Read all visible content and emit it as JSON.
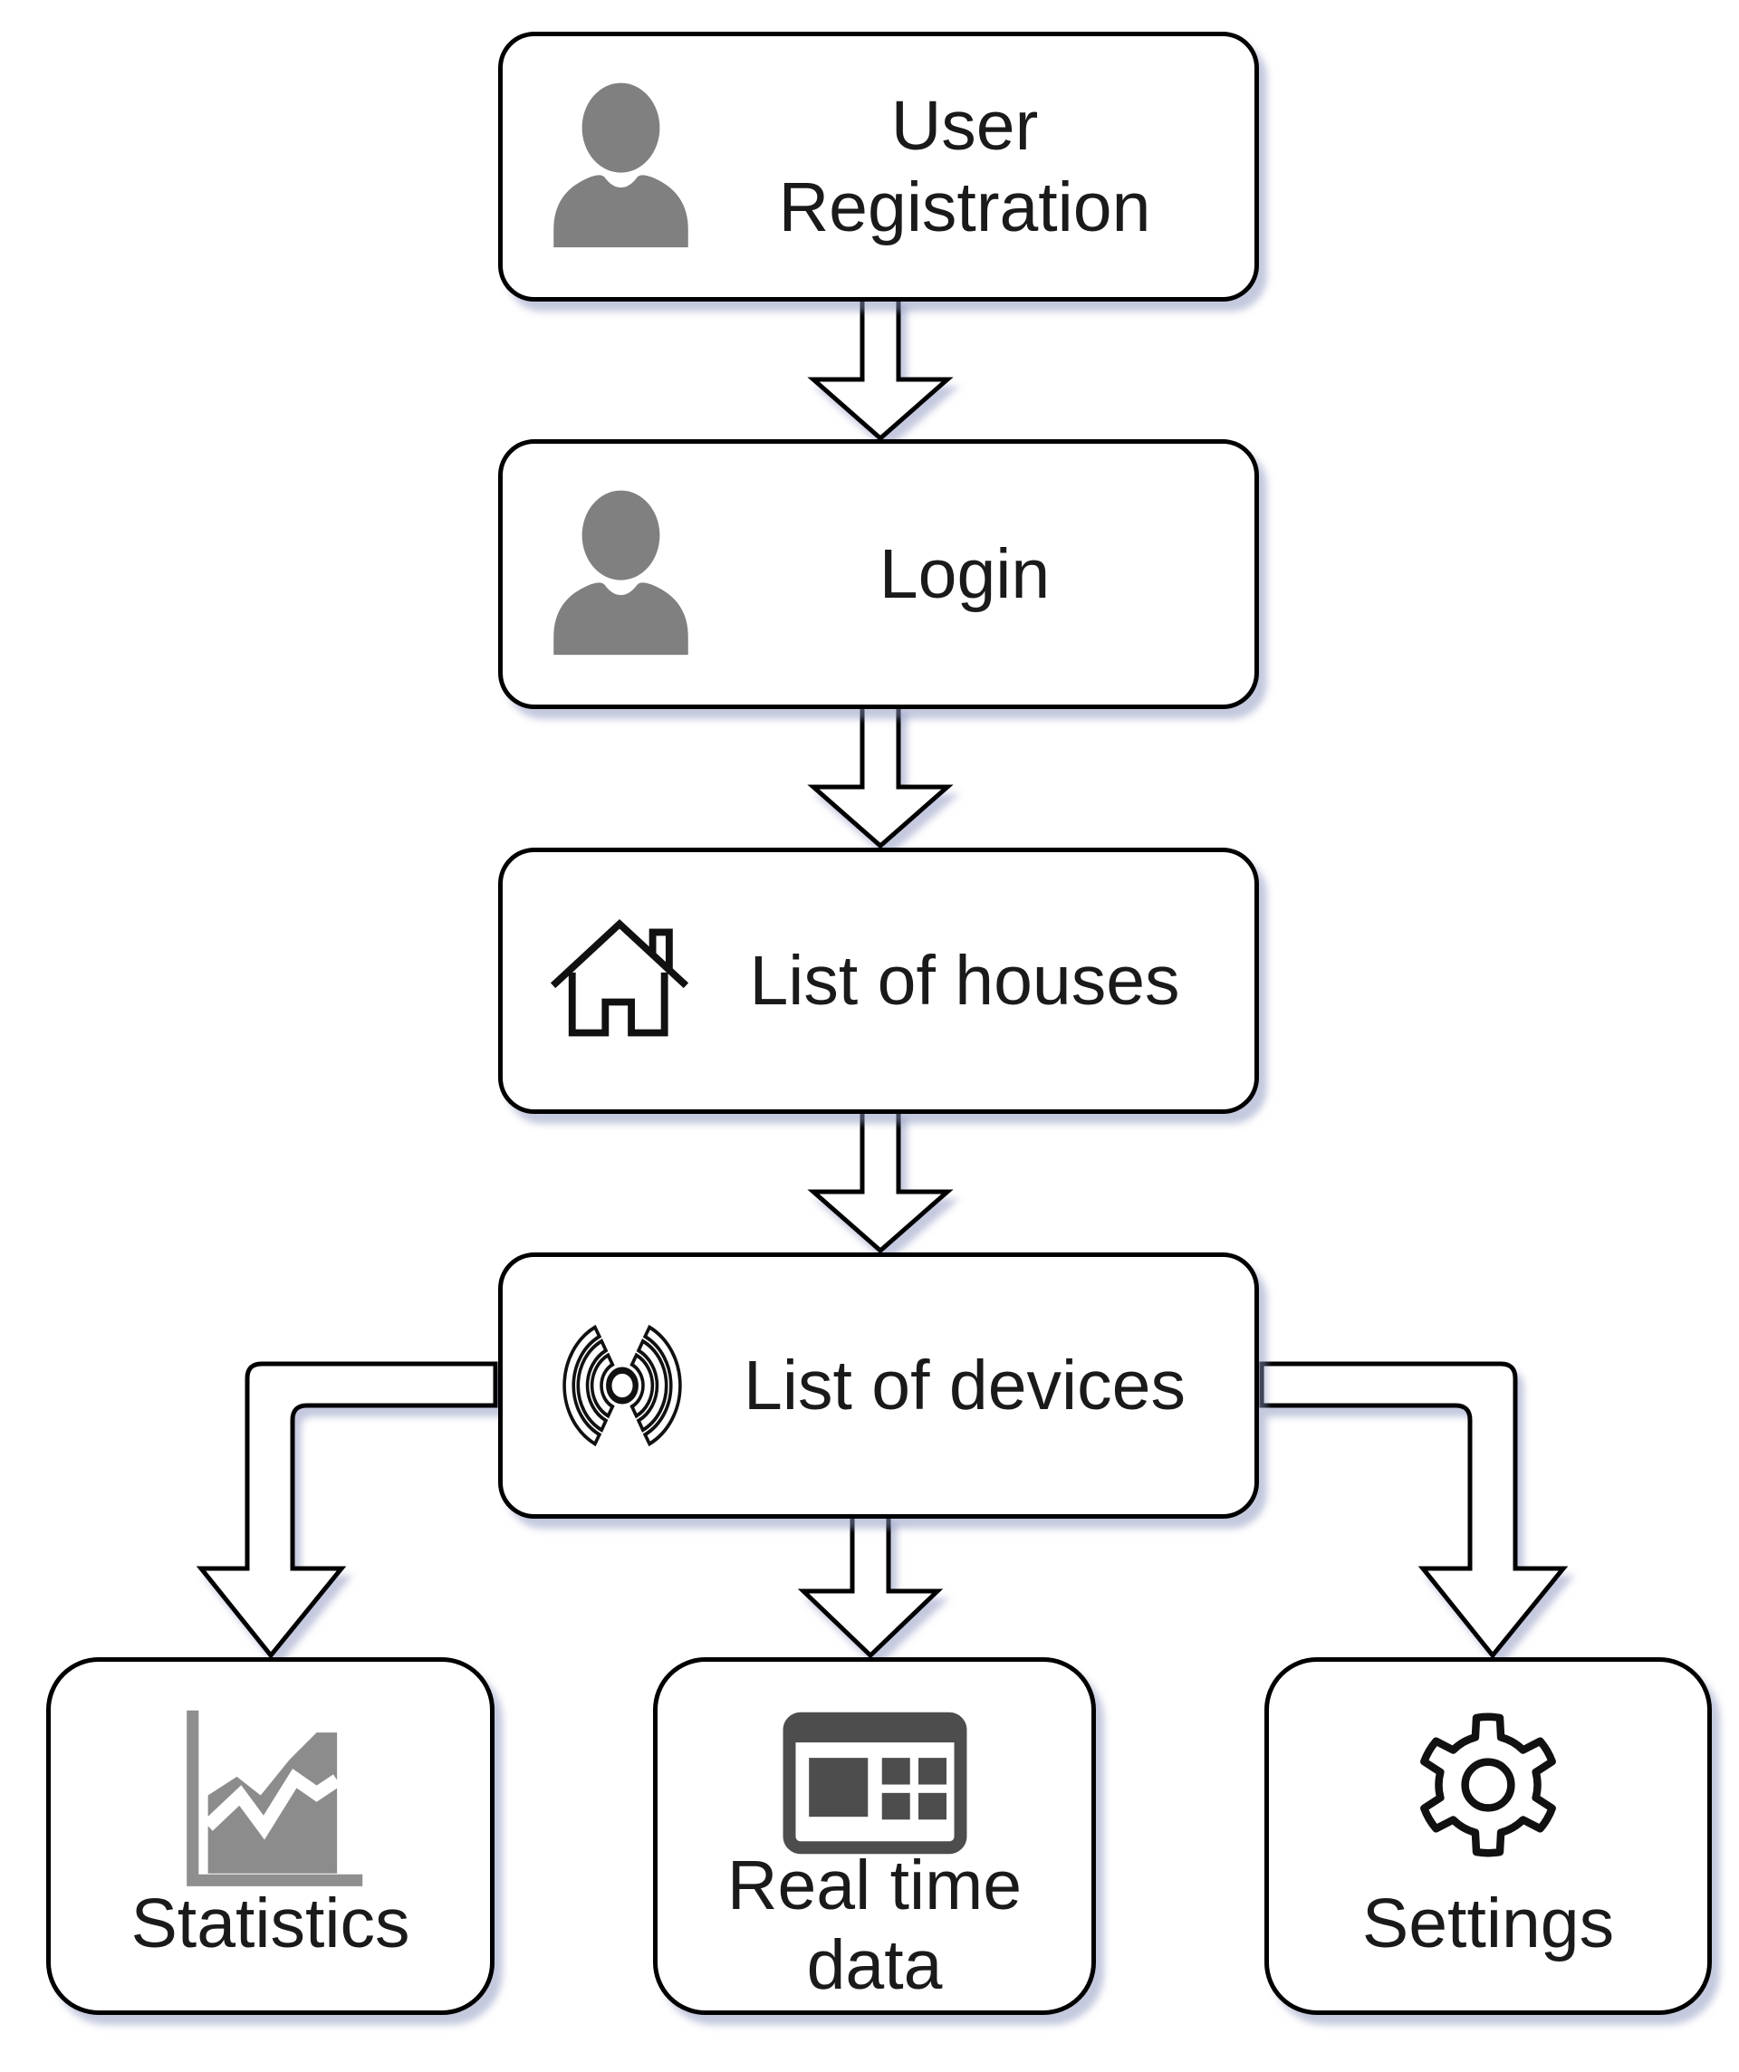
{
  "diagram": {
    "nodes": [
      {
        "id": "user-registration",
        "label": "User Registration",
        "line1": "User",
        "line2": "Registration",
        "icon": "person-icon"
      },
      {
        "id": "login",
        "label": "Login",
        "line1": "Login",
        "icon": "person-icon"
      },
      {
        "id": "list-of-houses",
        "label": "List of houses",
        "line1": "List of houses",
        "icon": "house-icon"
      },
      {
        "id": "list-of-devices",
        "label": "List of devices",
        "line1": "List of devices",
        "icon": "wireless-signal-icon"
      },
      {
        "id": "statistics",
        "label": "Statistics",
        "line1": "Statistics",
        "icon": "area-chart-icon"
      },
      {
        "id": "real-time-data",
        "label": "Real time data",
        "line1": "Real time",
        "line2": "data",
        "icon": "dashboard-icon"
      },
      {
        "id": "settings",
        "label": "Settings",
        "line1": "Settings",
        "icon": "gear-icon"
      }
    ],
    "edges": [
      {
        "from": "user-registration",
        "to": "login"
      },
      {
        "from": "login",
        "to": "list-of-houses"
      },
      {
        "from": "list-of-houses",
        "to": "list-of-devices"
      },
      {
        "from": "list-of-devices",
        "to": "statistics"
      },
      {
        "from": "list-of-devices",
        "to": "real-time-data"
      },
      {
        "from": "list-of-devices",
        "to": "settings"
      }
    ],
    "colors": {
      "node_fill": "#ffffff",
      "node_border": "#000000",
      "label_text": "#1a1a1a",
      "person_icon_gray": "#808080",
      "chart_icon_gray": "#8c8c8c",
      "dashboard_icon_gray": "#4d4d4d",
      "outline_icon": "#111111",
      "shadow": "#8a93be"
    }
  }
}
